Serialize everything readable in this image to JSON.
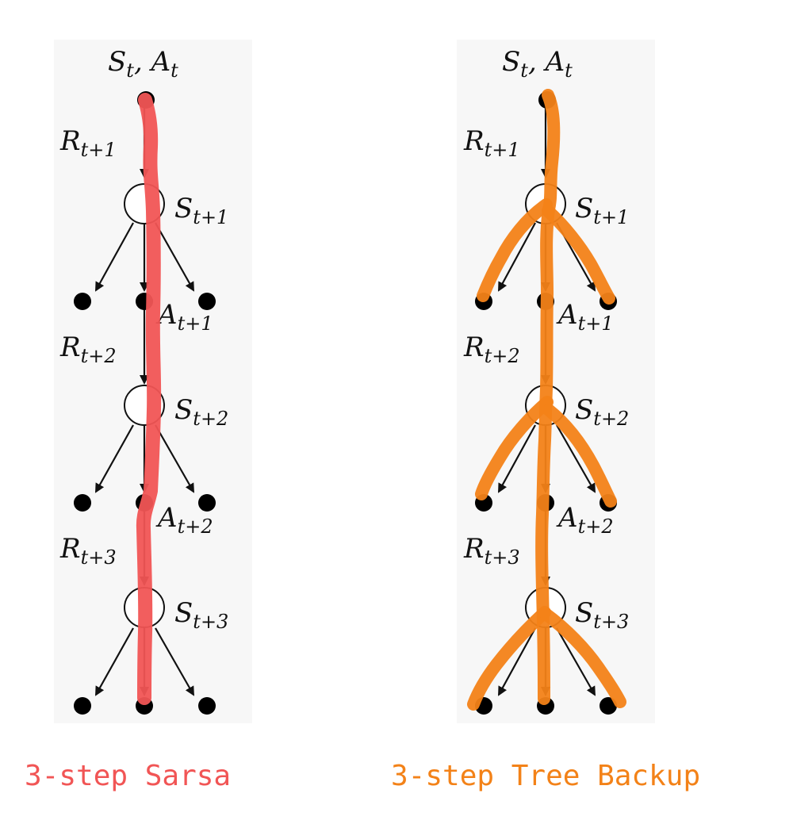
{
  "colors": {
    "sarsa": "#f15555",
    "tree_backup": "#f38218",
    "diagram": "#111111",
    "background": "#ffffff"
  },
  "left_diagram": {
    "start_label": {
      "main": "S",
      "sub": "t",
      "sep": ", ",
      "main2": "A",
      "sub2": "t"
    },
    "rewards": [
      {
        "main": "R",
        "sub": "t+1"
      },
      {
        "main": "R",
        "sub": "t+2"
      },
      {
        "main": "R",
        "sub": "t+3"
      }
    ],
    "states": [
      {
        "main": "S",
        "sub": "t+1"
      },
      {
        "main": "S",
        "sub": "t+2"
      },
      {
        "main": "S",
        "sub": "t+3"
      }
    ],
    "actions": [
      {
        "main": "A",
        "sub": "t+1"
      },
      {
        "main": "A",
        "sub": "t+2"
      }
    ]
  },
  "right_diagram": {
    "start_label": {
      "main": "S",
      "sub": "t",
      "sep": ", ",
      "main2": "A",
      "sub2": "t"
    },
    "rewards": [
      {
        "main": "R",
        "sub": "t+1"
      },
      {
        "main": "R",
        "sub": "t+2"
      },
      {
        "main": "R",
        "sub": "t+3"
      }
    ],
    "states": [
      {
        "main": "S",
        "sub": "t+1"
      },
      {
        "main": "S",
        "sub": "t+2"
      },
      {
        "main": "S",
        "sub": "t+3"
      }
    ],
    "actions": [
      {
        "main": "A",
        "sub": "t+1"
      },
      {
        "main": "A",
        "sub": "t+2"
      }
    ]
  },
  "captions": {
    "left": "3-step Sarsa",
    "right": "3-step Tree Backup"
  }
}
